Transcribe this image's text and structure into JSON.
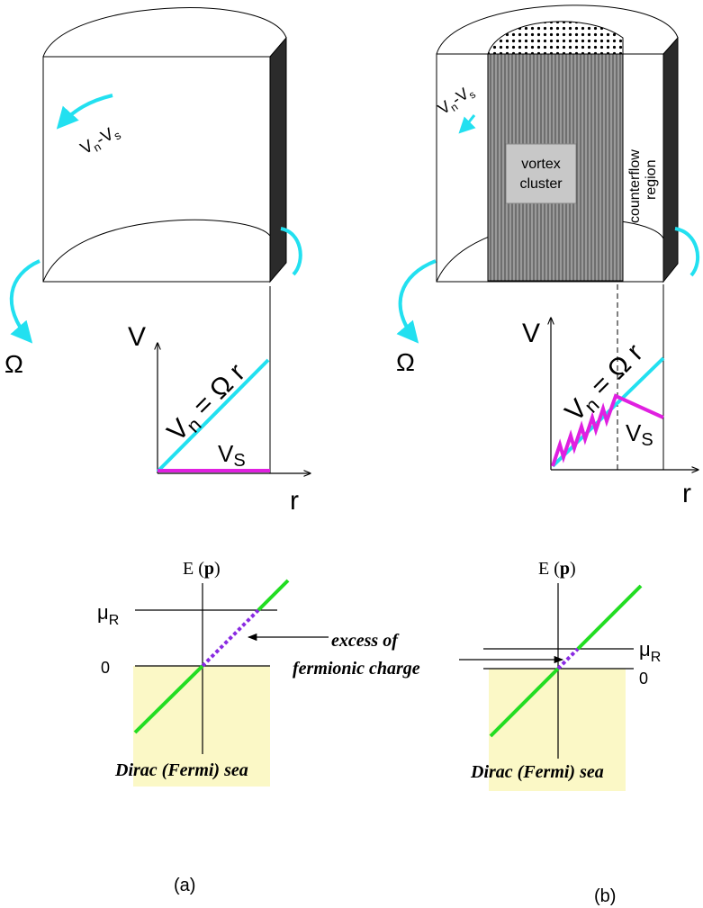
{
  "panel_a": {
    "flow_label_base": "V",
    "flow_label_n": "n",
    "flow_label_dash": "-V",
    "flow_label_s": "s",
    "omega": "Ω",
    "axis_v": "V",
    "axis_r": "r",
    "vn_base": "V",
    "vn_sub": "n",
    "vn_rest": " = Ω r",
    "vs_base": "V",
    "vs_sub": "S",
    "caption": "(a)"
  },
  "panel_b": {
    "flow_label_base": "V",
    "flow_label_n": "n",
    "flow_label_dash": "-V",
    "flow_label_s": "s",
    "vortex_line1": "vortex",
    "vortex_line2": "cluster",
    "counterflow_line1": "counterflow",
    "counterflow_line2": "region",
    "omega": "Ω",
    "axis_v": "V",
    "axis_r": "r",
    "vn_base": "V",
    "vn_sub": "n",
    "vn_rest": " = Ω r",
    "vs_base": "V",
    "vs_sub": "S",
    "caption": "(b)"
  },
  "energy_a": {
    "axis_label_pre": "E (",
    "axis_label_bold": "p",
    "axis_label_post": ")",
    "mu": "μ",
    "mu_sub": "R",
    "zero": "0",
    "annotation_line1": "excess of",
    "annotation_line2": "fermionic charge",
    "sea": "Dirac (Fermi) sea"
  },
  "energy_b": {
    "axis_label_pre": "E (",
    "axis_label_bold": "p",
    "axis_label_post": ")",
    "mu": "μ",
    "mu_sub": "R",
    "zero": "0",
    "sea": "Dirac (Fermi) sea"
  },
  "colors": {
    "cyan": "#22e0f0",
    "magenta": "#e020e0",
    "green": "#22dd22",
    "purple": "#8a2be2",
    "sea": "#fbf8c6",
    "dark_side": "#2b2b2b"
  }
}
